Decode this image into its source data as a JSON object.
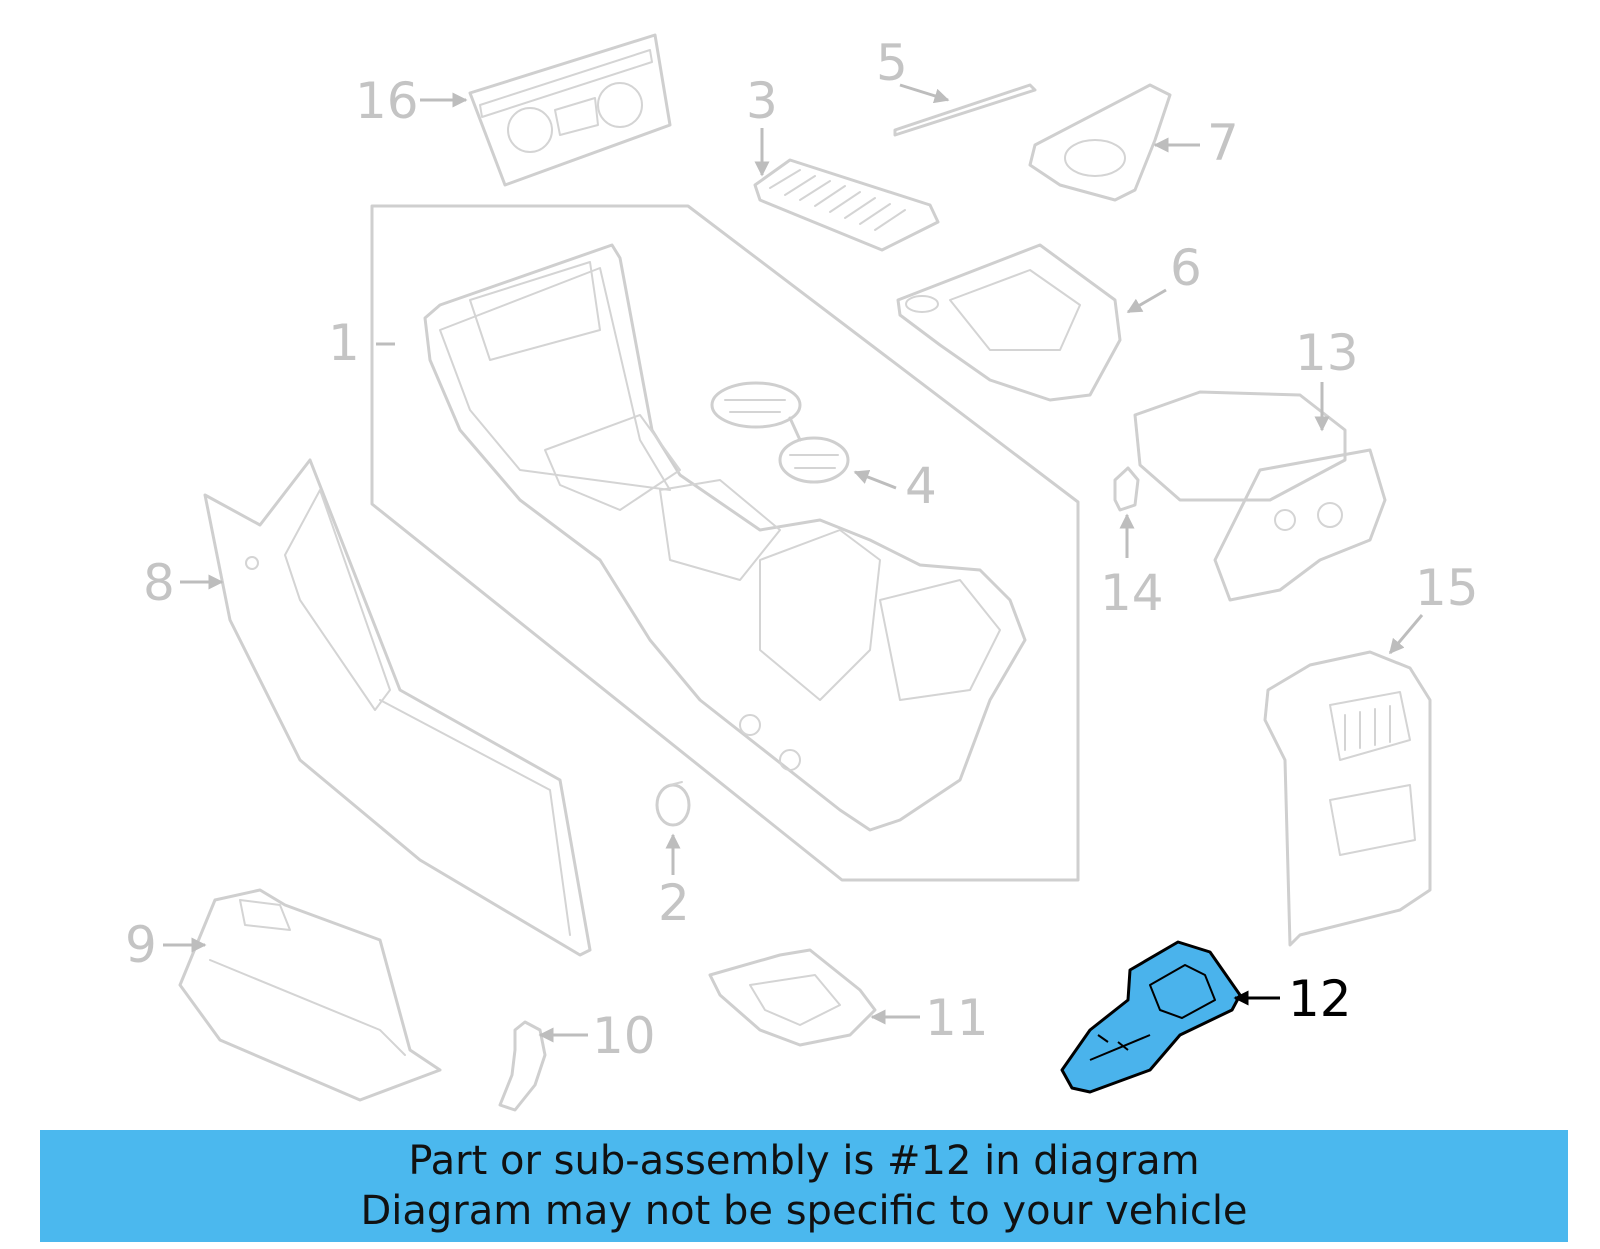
{
  "diagram": {
    "highlight_color": "#4ab3ec",
    "line_color": "#cfcfcf",
    "active_label_color": "#000000",
    "callouts": [
      {
        "id": "1",
        "label": "1"
      },
      {
        "id": "2",
        "label": "2"
      },
      {
        "id": "3",
        "label": "3"
      },
      {
        "id": "4",
        "label": "4"
      },
      {
        "id": "5",
        "label": "5"
      },
      {
        "id": "6",
        "label": "6"
      },
      {
        "id": "7",
        "label": "7"
      },
      {
        "id": "8",
        "label": "8"
      },
      {
        "id": "9",
        "label": "9"
      },
      {
        "id": "10",
        "label": "10"
      },
      {
        "id": "11",
        "label": "11"
      },
      {
        "id": "12",
        "label": "12",
        "highlighted": true
      },
      {
        "id": "13",
        "label": "13"
      },
      {
        "id": "14",
        "label": "14"
      },
      {
        "id": "15",
        "label": "15"
      },
      {
        "id": "16",
        "label": "16"
      }
    ]
  },
  "banner": {
    "background": "#4bb8ee",
    "line1": "Part or sub-assembly is #12 in diagram",
    "line2": "Diagram may not be specific to your vehicle"
  }
}
